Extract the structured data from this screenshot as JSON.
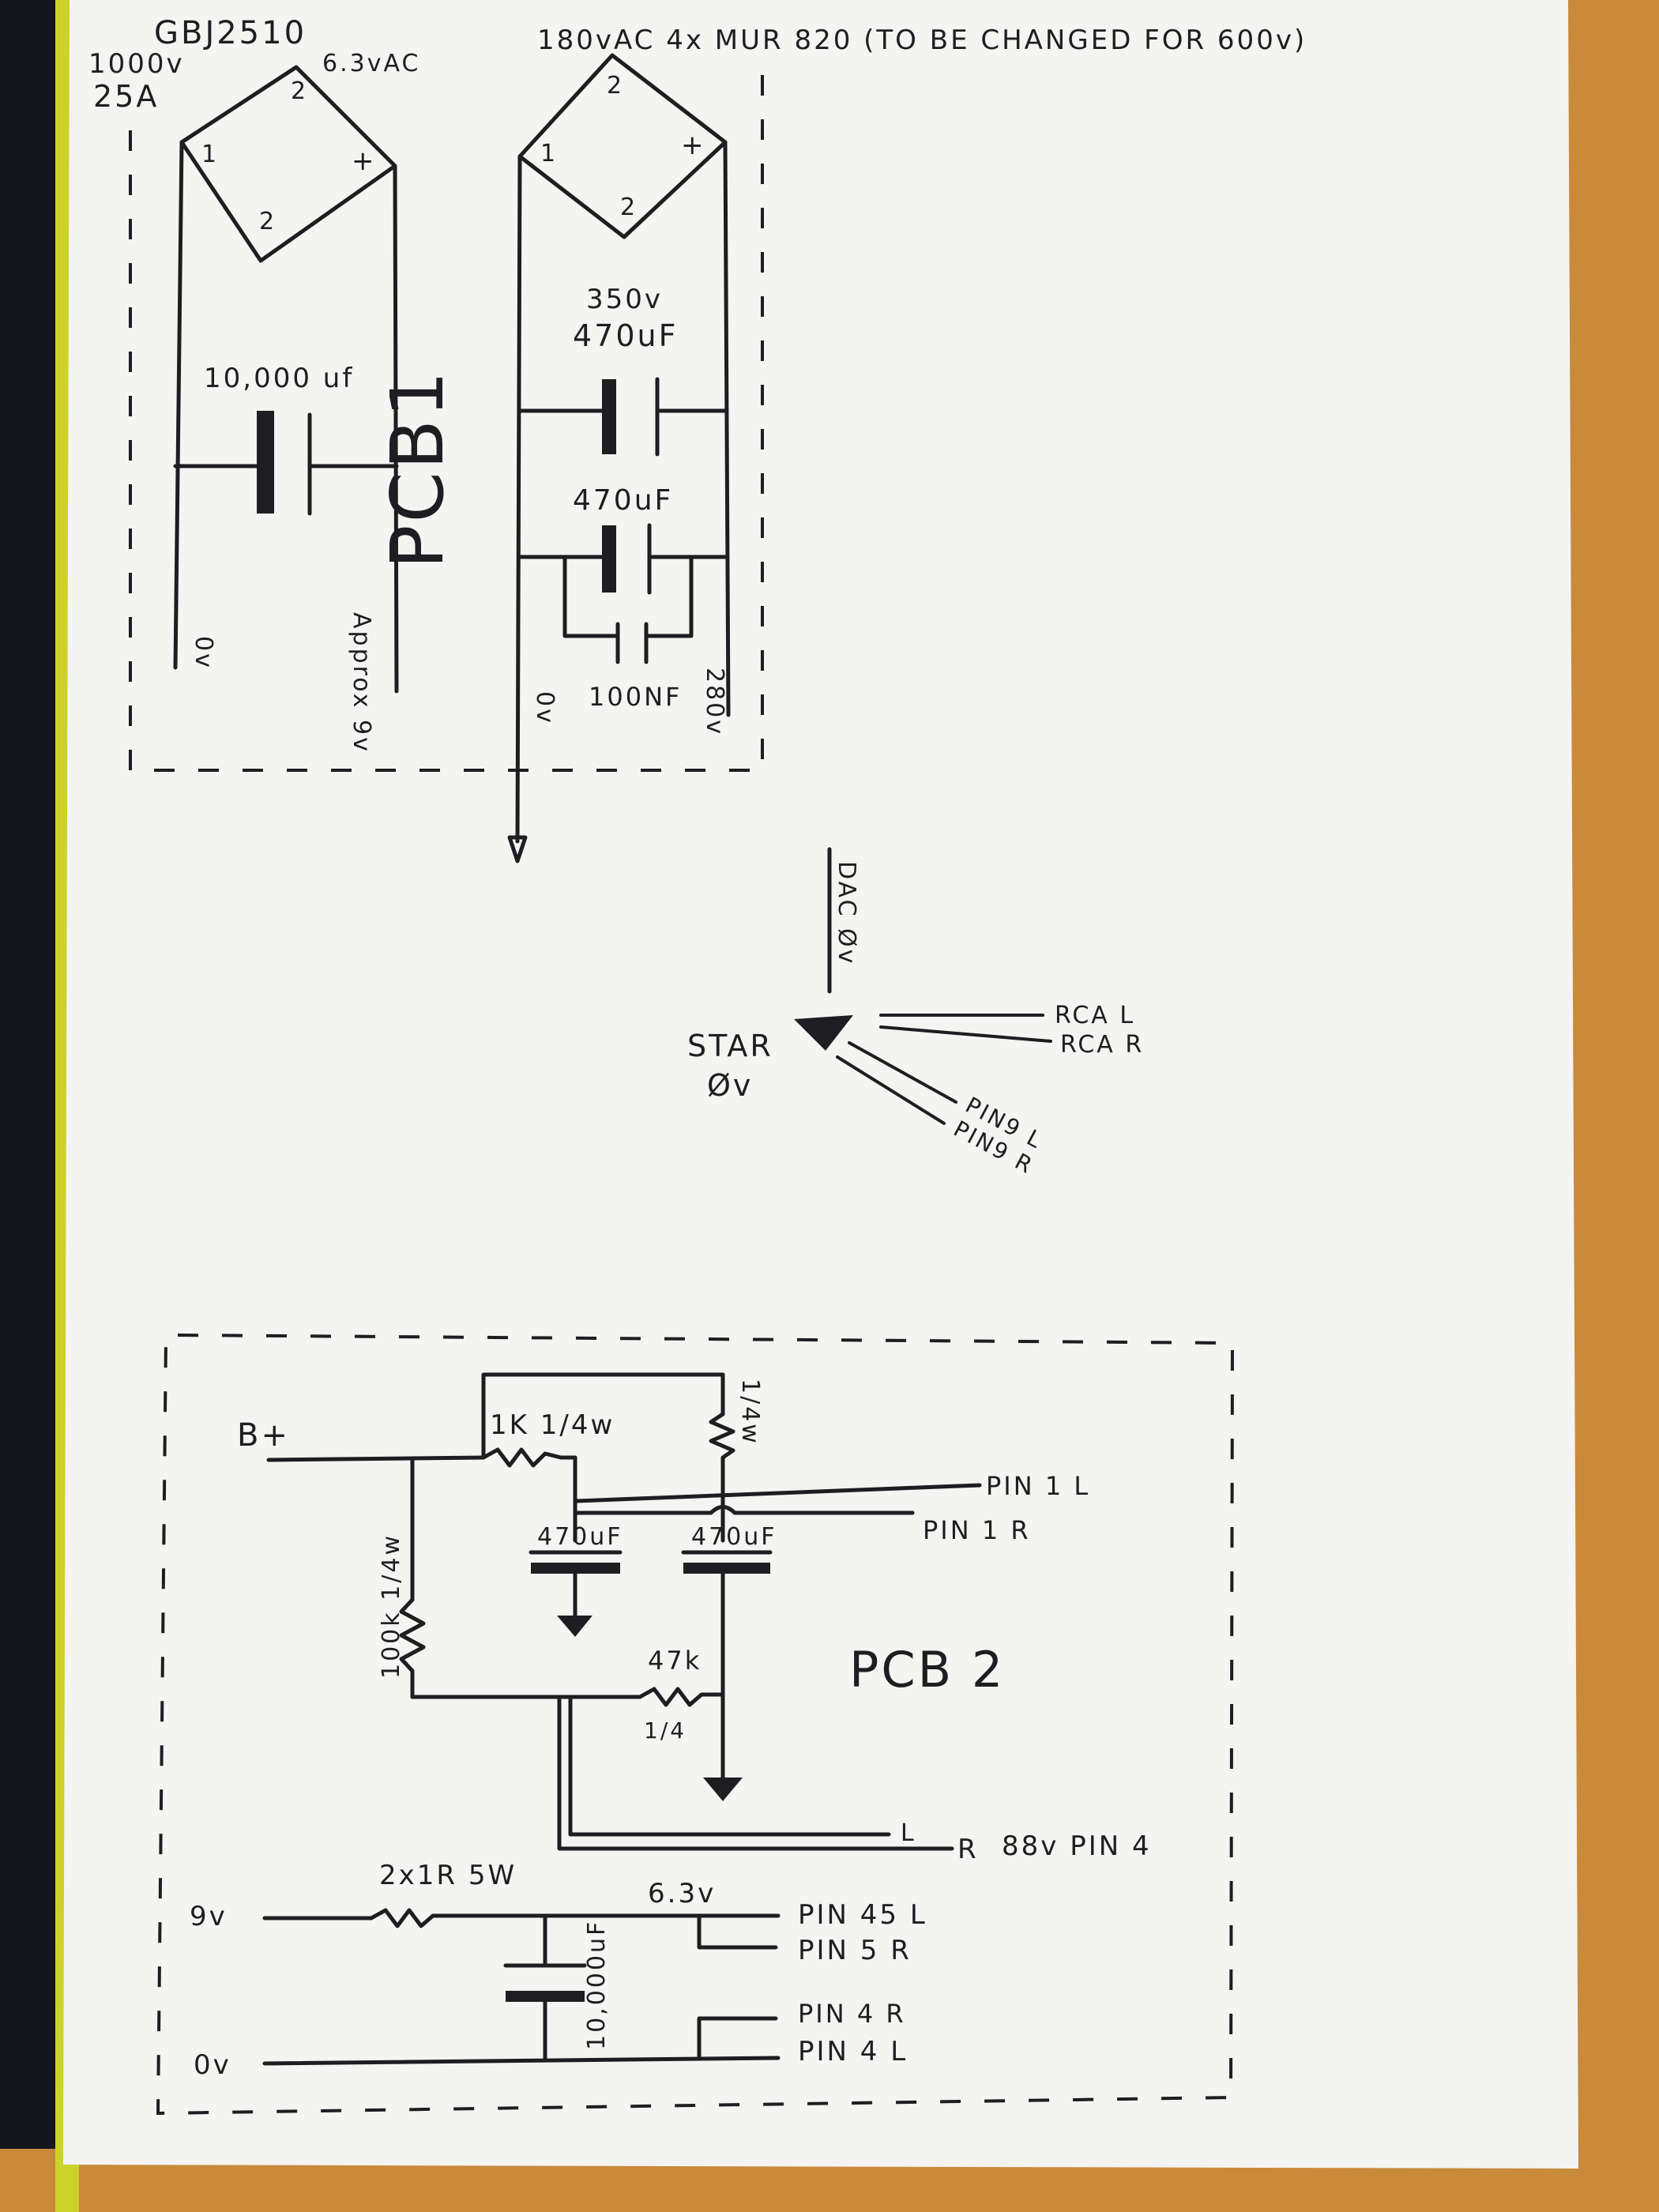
{
  "colors": {
    "paper": "#f4f4f2",
    "ink": "#1e1e22",
    "wood": "#c98a3c",
    "dark_fabric": "#15171c",
    "lime_strip": "#cbd32a"
  },
  "pcb1": {
    "label": "PCB1",
    "heater_supply": {
      "bridge_part": "GBJ2510",
      "rating_voltage": "1000v",
      "rating_current": "25A",
      "input": "6.3vAC",
      "pin_1": "1",
      "pin_2_top": "2",
      "pin_2_bottom": "2",
      "pin_plus": "+",
      "cap": "10,000 uf",
      "out_zero": "0v",
      "out_approx": "Approx 9v"
    },
    "ht_supply": {
      "heading": "180vAC 4x MUR 820 (TO BE CHANGED FOR 600v)",
      "pin_1": "1",
      "pin_2_top": "2",
      "pin_2_bottom": "2",
      "pin_plus": "+",
      "cap1_voltage": "350v",
      "cap1_value": "470uF",
      "cap2_value": "470uF",
      "cap3_value": "100NF",
      "out_zero": "0v",
      "out_280": "280v"
    }
  },
  "star_ground": {
    "label_line1": "STAR",
    "label_line2": "Øv",
    "dac": "DAC Øv",
    "rca_l": "RCA L",
    "rca_r": "RCA R",
    "pin9_l": "PIN9 L",
    "pin9_r": "PIN9 R"
  },
  "pcb2": {
    "label": "PCB 2",
    "b_plus": "B+",
    "r_1k": "1K 1/4w",
    "r_top": "1/4w",
    "cap_left": "470uF",
    "cap_right": "470uF",
    "pin1l": "PIN 1 L",
    "pin1r": "PIN 1 R",
    "r_100k": "100k 1/4w",
    "r_47k": "47k",
    "r_47k_watt": "1/4",
    "out_l": "L",
    "out_r": "R",
    "out_88": "88v PIN 4",
    "r_2x1r": "2x1R 5W",
    "in_9v": "9v",
    "heater_v": "6.3v",
    "cap_bottom": "10,000uF",
    "pin5l": "PIN 45 L",
    "pin5r": "PIN 5 R",
    "pin4r": "PIN 4 R",
    "pin4l": "PIN 4 L",
    "in_0v": "0v"
  }
}
